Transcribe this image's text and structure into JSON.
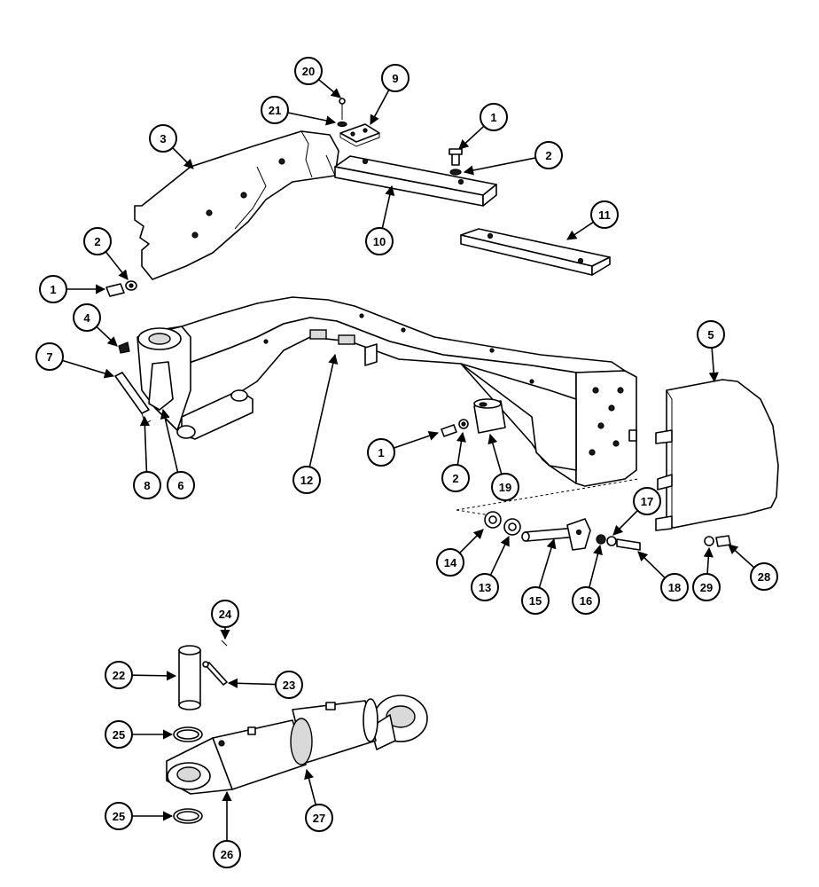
{
  "diagram": {
    "callouts": [
      "1",
      "2",
      "3",
      "9",
      "10",
      "11",
      "20",
      "21",
      "1",
      "2",
      "4",
      "5",
      "7",
      "8",
      "6",
      "12",
      "1",
      "2",
      "19",
      "14",
      "13",
      "15",
      "16",
      "17",
      "18",
      "29",
      "28",
      "24",
      "22",
      "23",
      "25",
      "25",
      "26",
      "27"
    ]
  }
}
